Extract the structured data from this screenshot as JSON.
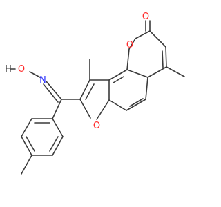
{
  "molecule": {
    "labels": {
      "carbonyl_oxygen": "O",
      "ring_oxygen": "O",
      "furan_oxygen": "O",
      "nitrogen": "N",
      "hydroxyl_oxygen": "O",
      "hydrogen": "H"
    },
    "colors": {
      "bond": "#3a3a3a",
      "oxygen": "#ff2a2a",
      "nitrogen": "#2d32ff",
      "background": "#ffffff"
    }
  }
}
